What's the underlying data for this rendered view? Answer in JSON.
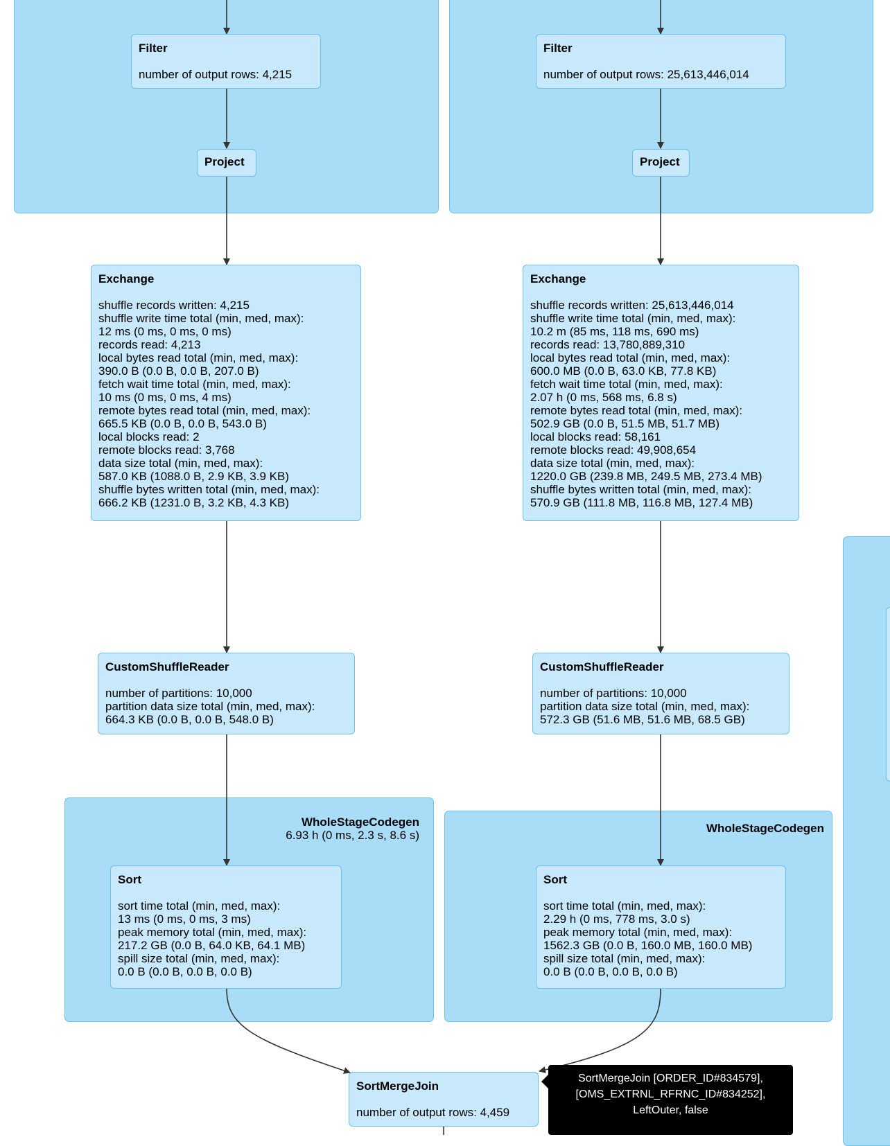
{
  "clusters": {
    "left_top": {},
    "right_top": {},
    "left_wsc": {
      "title": "WholeStageCodegen",
      "metric": "6.93 h (0 ms, 2.3 s, 8.6 s)"
    },
    "right_wsc": {
      "title": "WholeStageCodegen"
    },
    "right_edge": {}
  },
  "nodes": {
    "left_filter": {
      "title": "Filter",
      "lines": [
        "number of output rows: 4,215"
      ]
    },
    "right_filter": {
      "title": "Filter",
      "lines": [
        "number of output rows: 25,613,446,014"
      ]
    },
    "left_project": {
      "title": "Project"
    },
    "right_project": {
      "title": "Project"
    },
    "left_exchange": {
      "title": "Exchange",
      "lines": [
        "shuffle records written: 4,215",
        "shuffle write time total (min, med, max):",
        "12 ms (0 ms, 0 ms, 0 ms)",
        "records read: 4,213",
        "local bytes read total (min, med, max):",
        "390.0 B (0.0 B, 0.0 B, 207.0 B)",
        "fetch wait time total (min, med, max):",
        "10 ms (0 ms, 0 ms, 4 ms)",
        "remote bytes read total (min, med, max):",
        "665.5 KB (0.0 B, 0.0 B, 543.0 B)",
        "local blocks read: 2",
        "remote blocks read: 3,768",
        "data size total (min, med, max):",
        "587.0 KB (1088.0 B, 2.9 KB, 3.9 KB)",
        "shuffle bytes written total (min, med, max):",
        "666.2 KB (1231.0 B, 3.2 KB, 4.3 KB)"
      ]
    },
    "right_exchange": {
      "title": "Exchange",
      "lines": [
        "shuffle records written: 25,613,446,014",
        "shuffle write time total (min, med, max):",
        "10.2 m (85 ms, 118 ms, 690 ms)",
        "records read: 13,780,889,310",
        "local bytes read total (min, med, max):",
        "600.0 MB (0.0 B, 63.0 KB, 77.8 KB)",
        "fetch wait time total (min, med, max):",
        "2.07 h (0 ms, 568 ms, 6.8 s)",
        "remote bytes read total (min, med, max):",
        "502.9 GB (0.0 B, 51.5 MB, 51.7 MB)",
        "local blocks read: 58,161",
        "remote blocks read: 49,908,654",
        "data size total (min, med, max):",
        "1220.0 GB (239.8 MB, 249.5 MB, 273.4 MB)",
        "shuffle bytes written total (min, med, max):",
        "570.9 GB (111.8 MB, 116.8 MB, 127.4 MB)"
      ]
    },
    "left_reader": {
      "title": "CustomShuffleReader",
      "lines": [
        "number of partitions: 10,000",
        "partition data size total (min, med, max):",
        "664.3 KB (0.0 B, 0.0 B, 548.0 B)"
      ]
    },
    "right_reader": {
      "title": "CustomShuffleReader",
      "lines": [
        "number of partitions: 10,000",
        "partition data size total (min, med, max):",
        "572.3 GB (51.6 MB, 51.6 MB, 68.5 GB)"
      ]
    },
    "left_sort": {
      "title": "Sort",
      "lines": [
        "sort time total (min, med, max):",
        "13 ms (0 ms, 0 ms, 3 ms)",
        "peak memory total (min, med, max):",
        "217.2 GB (0.0 B, 64.0 KB, 64.1 MB)",
        "spill size total (min, med, max):",
        "0.0 B (0.0 B, 0.0 B, 0.0 B)"
      ]
    },
    "right_sort": {
      "title": "Sort",
      "lines": [
        "sort time total (min, med, max):",
        "2.29 h (0 ms, 778 ms, 3.0 s)",
        "peak memory total (min, med, max):",
        "1562.3 GB (0.0 B, 160.0 MB, 160.0 MB)",
        "spill size total (min, med, max):",
        "0.0 B (0.0 B, 0.0 B, 0.0 B)"
      ]
    },
    "join": {
      "title": "SortMergeJoin",
      "lines": [
        "number of output rows: 4,459"
      ]
    }
  },
  "tooltip": {
    "lines": [
      "SortMergeJoin [ORDER_ID#834579],",
      "[OMS_EXTRNL_RFRNC_ID#834252],",
      "LeftOuter, false"
    ]
  },
  "colors": {
    "cluster_fill": "#a9dcf7",
    "node_fill": "#c8e9fb",
    "border": "#6cc0ea",
    "edge": "#333333",
    "tooltip_bg": "#000000"
  }
}
